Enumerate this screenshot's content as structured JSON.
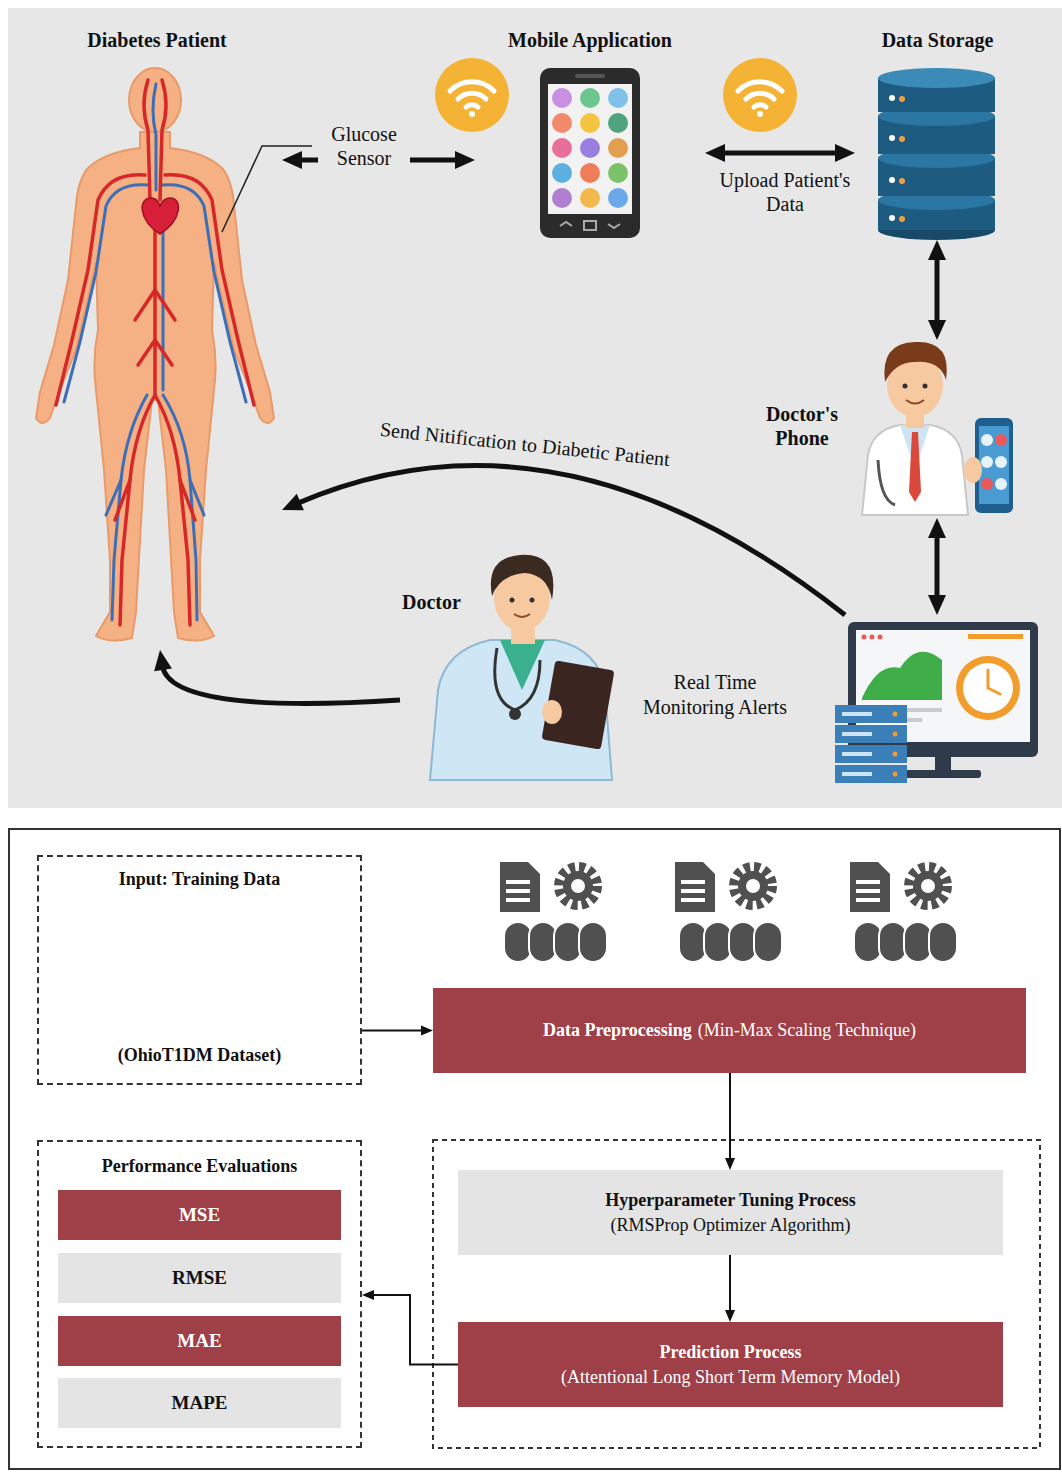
{
  "diagram": {
    "nodes": [
      {
        "text": [
          "Diabetes Patient"
        ]
      },
      {
        "text": [
          "Mobile Application"
        ]
      },
      {
        "text": [
          "Data Storage"
        ]
      },
      {
        "text": [
          "Doctor's Phone"
        ]
      },
      {
        "text": [
          "Doctor"
        ]
      },
      {
        "text": [
          "Real Time Monitoring Alerts"
        ]
      },
      {
        "text": [
          "Input: Training Data",
          "(OhioT1DM Dataset)"
        ]
      },
      {
        "text": [
          "Data Preprocessing",
          "(Min-Max Scaling Technique)"
        ]
      },
      {
        "text": [
          "Performance Evaluations"
        ]
      },
      {
        "text": [
          "MSE"
        ],
        "in": 8
      },
      {
        "text": [
          "RMSE"
        ],
        "in": 8
      },
      {
        "text": [
          "MAE"
        ],
        "in": 8
      },
      {
        "text": [
          "MAPE"
        ],
        "in": 8
      },
      {
        "text": [
          "Hyperparameter Tuning Process",
          "(RMSProp Optimizer Algorithm)"
        ]
      },
      {
        "text": [
          "Prediction Process",
          "(Attentional Long Short Term Memory Model)"
        ]
      }
    ],
    "edges": [
      {
        "from": 0,
        "to": 1,
        "arrow": "both"
      },
      {
        "from": 1,
        "to": 2,
        "arrow": "both",
        "label": "Upload Patient's Data"
      },
      {
        "from": 2,
        "to": 3,
        "arrow": "both"
      },
      {
        "from": 3,
        "to": 5,
        "arrow": "both"
      },
      {
        "from": 5,
        "to": 0,
        "arrow": "to",
        "label": "Send Nitification to Diabetic Patient"
      },
      {
        "from": 4,
        "to": 0,
        "arrow": "to"
      },
      {
        "from": 6,
        "to": 7,
        "arrow": "to"
      },
      {
        "from": 7,
        "to": 13,
        "arrow": "to"
      },
      {
        "from": 13,
        "to": 14,
        "arrow": "to"
      },
      {
        "from": 14,
        "to": 8,
        "arrow": "to"
      }
    ],
    "labels": [
      "Glucose Sensor"
    ]
  }
}
